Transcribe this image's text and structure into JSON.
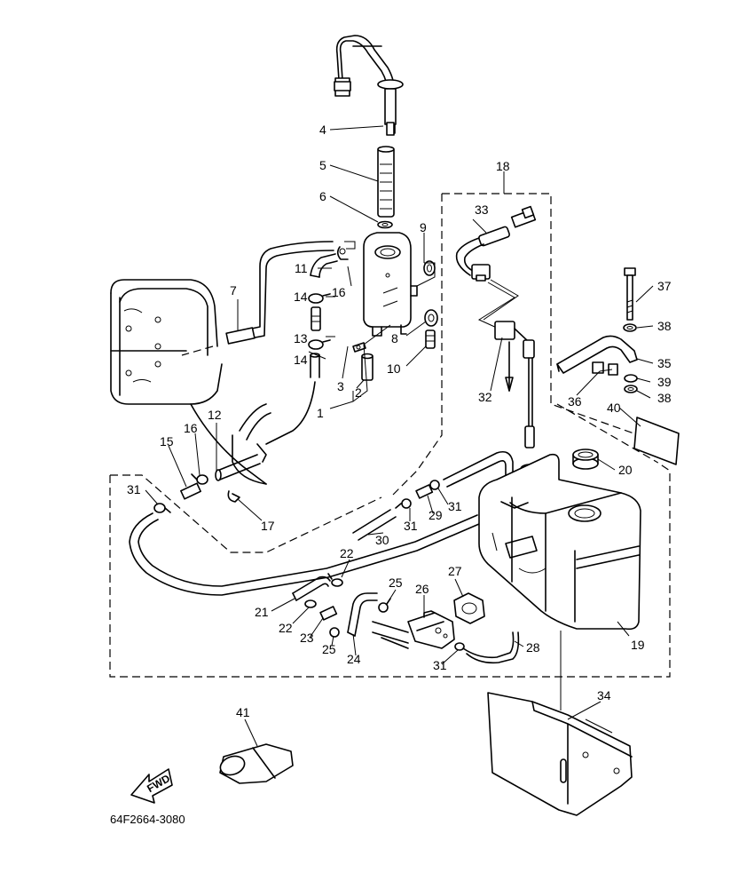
{
  "diagram": {
    "reference_code": "64F2664-3080",
    "direction_label": "FWD",
    "callouts": [
      {
        "num": "1"
      },
      {
        "num": "2"
      },
      {
        "num": "3"
      },
      {
        "num": "4"
      },
      {
        "num": "5"
      },
      {
        "num": "6"
      },
      {
        "num": "7"
      },
      {
        "num": "8"
      },
      {
        "num": "9"
      },
      {
        "num": "10"
      },
      {
        "num": "11"
      },
      {
        "num": "12"
      },
      {
        "num": "13"
      },
      {
        "num": "14"
      },
      {
        "num": "14"
      },
      {
        "num": "15"
      },
      {
        "num": "16"
      },
      {
        "num": "16"
      },
      {
        "num": "17"
      },
      {
        "num": "18"
      },
      {
        "num": "19"
      },
      {
        "num": "20"
      },
      {
        "num": "21"
      },
      {
        "num": "22"
      },
      {
        "num": "22"
      },
      {
        "num": "23"
      },
      {
        "num": "24"
      },
      {
        "num": "25"
      },
      {
        "num": "25"
      },
      {
        "num": "26"
      },
      {
        "num": "27"
      },
      {
        "num": "28"
      },
      {
        "num": "29"
      },
      {
        "num": "30"
      },
      {
        "num": "31"
      },
      {
        "num": "31"
      },
      {
        "num": "31"
      },
      {
        "num": "31"
      },
      {
        "num": "32"
      },
      {
        "num": "33"
      },
      {
        "num": "34"
      },
      {
        "num": "35"
      },
      {
        "num": "36"
      },
      {
        "num": "37"
      },
      {
        "num": "38"
      },
      {
        "num": "38"
      },
      {
        "num": "39"
      },
      {
        "num": "40"
      },
      {
        "num": "41"
      }
    ]
  }
}
